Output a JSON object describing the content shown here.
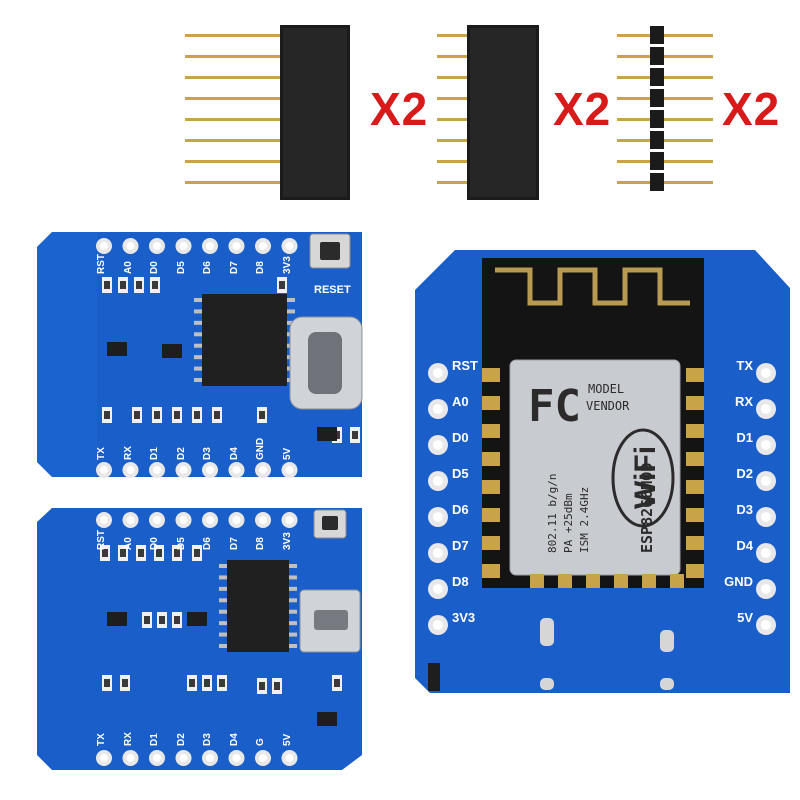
{
  "colors": {
    "pcb": "#1a5fc9",
    "pcb_dark": "#0f46a3",
    "quantity_text": "#d81a1a",
    "header_black": "#1b1b1b",
    "gold_pin": "#c9a348",
    "shield_silver": "#c8cbd0"
  },
  "accessories": [
    {
      "type": "long-pin-female-header",
      "qty": "X2"
    },
    {
      "type": "short-female-header",
      "qty": "X2"
    },
    {
      "type": "male-pin-header",
      "qty": "X2"
    }
  ],
  "board_c": {
    "top_labels": [
      "RST",
      "A0",
      "D0",
      "D5",
      "D6",
      "D7",
      "D8",
      "3V3"
    ],
    "bottom_labels": [
      "TX",
      "RX",
      "D1",
      "D2",
      "D3",
      "D4",
      "GND",
      "5V"
    ],
    "reset_label": "RESET"
  },
  "board_micro": {
    "top_labels": [
      "RST",
      "A0",
      "D0",
      "D5",
      "D6",
      "D7",
      "D8",
      "3V3"
    ],
    "bottom_labels": [
      "TX",
      "RX",
      "D1",
      "D2",
      "D3",
      "D4",
      "G",
      "5V"
    ]
  },
  "board_esp": {
    "left_labels": [
      "RST",
      "A0",
      "D0",
      "D5",
      "D6",
      "D7",
      "D8",
      "3V3"
    ],
    "right_labels": [
      "TX",
      "RX",
      "D1",
      "D2",
      "D3",
      "D4",
      "GND",
      "5V"
    ],
    "shield": {
      "fc_logo": "FC",
      "model_label": "MODEL",
      "vendor_label": "VENDOR",
      "model_name": "ESP8266MOD",
      "ism": "ISM  2.4GHz",
      "pa": "PA  +25dBm",
      "standard": "802.11 b/g/n",
      "wifi_logo": "WiFi"
    }
  }
}
